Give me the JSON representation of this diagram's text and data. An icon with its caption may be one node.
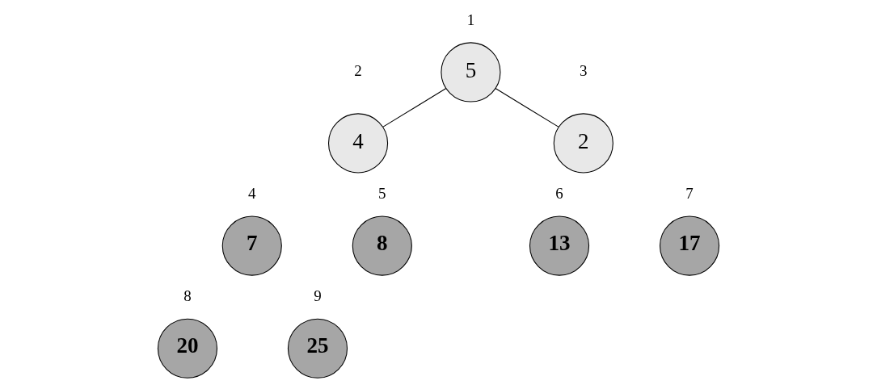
{
  "diagram": {
    "nodes": [
      {
        "text": [
          "5"
        ],
        "beside": [
          "1"
        ]
      },
      {
        "text": [
          "4"
        ],
        "beside": [
          "2"
        ]
      },
      {
        "text": [
          "2"
        ],
        "beside": [
          "3"
        ]
      },
      {
        "text": [
          "7"
        ],
        "beside": [
          "4"
        ]
      },
      {
        "text": [
          "8"
        ],
        "beside": [
          "5"
        ]
      },
      {
        "text": [
          "13"
        ],
        "beside": [
          "6"
        ]
      },
      {
        "text": [
          "17"
        ],
        "beside": [
          "7"
        ]
      },
      {
        "text": [
          "20"
        ],
        "beside": [
          "8"
        ]
      },
      {
        "text": [
          "25"
        ],
        "beside": [
          "9"
        ]
      }
    ],
    "edges": [
      {
        "from": 0,
        "to": 1,
        "arrow": "none"
      },
      {
        "from": 0,
        "to": 2,
        "arrow": "none"
      }
    ]
  }
}
